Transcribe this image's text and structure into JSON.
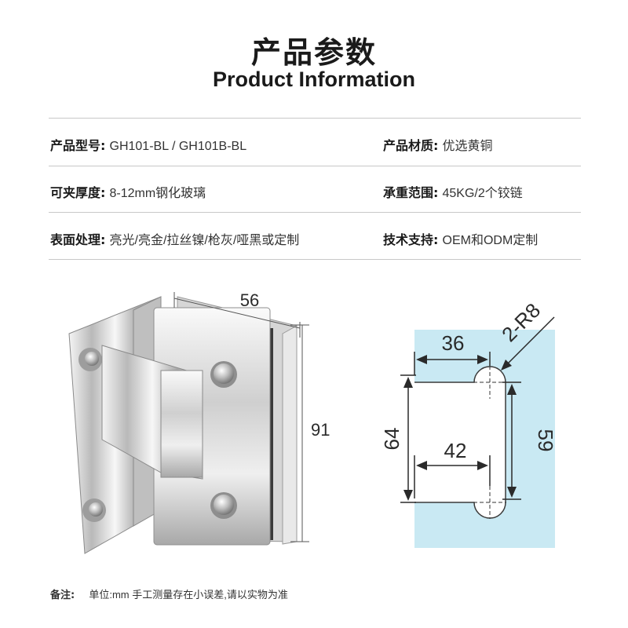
{
  "header": {
    "title_cn": "产品参数",
    "title_en": "Product Information"
  },
  "specs": [
    {
      "label": "产品型号:",
      "value": "GH101-BL / GH101B-BL"
    },
    {
      "label": "产品材质:",
      "value": "优选黄铜"
    },
    {
      "label": "可夹厚度:",
      "value": "8-12mm钢化玻璃"
    },
    {
      "label": "承重范围:",
      "value": "45KG/2个铰链"
    },
    {
      "label": "表面处理:",
      "value": "亮光/亮金/拉丝镍/枪灰/哑黑或定制"
    },
    {
      "label": "技术支持:",
      "value": "OEM和ODM定制"
    }
  ],
  "product_dims": {
    "width": "56",
    "height": "91"
  },
  "hole_diagram": {
    "top_width": "36",
    "bottom_width": "42",
    "left_height": "64",
    "right_height": "59",
    "radius": "2-R8",
    "glass_color": "#c9e9f3"
  },
  "note": {
    "label": "备注:",
    "text": "单位:mm 手工测量存在小误差,请以实物为准"
  }
}
